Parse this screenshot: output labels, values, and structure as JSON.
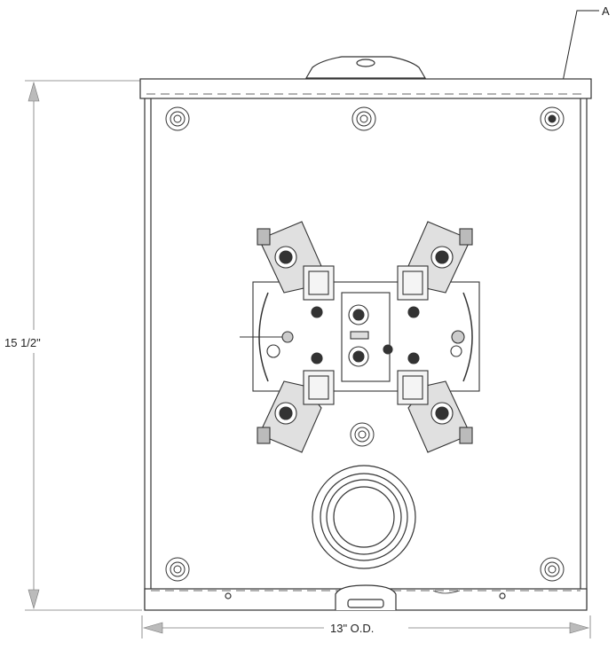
{
  "callout": {
    "label": "A"
  },
  "dimensions": {
    "height_label": "15 1/2\"",
    "width_label": "13\" O.D."
  },
  "colors": {
    "line": "#333333",
    "dim_line": "#666666",
    "fill": "#ffffff"
  }
}
